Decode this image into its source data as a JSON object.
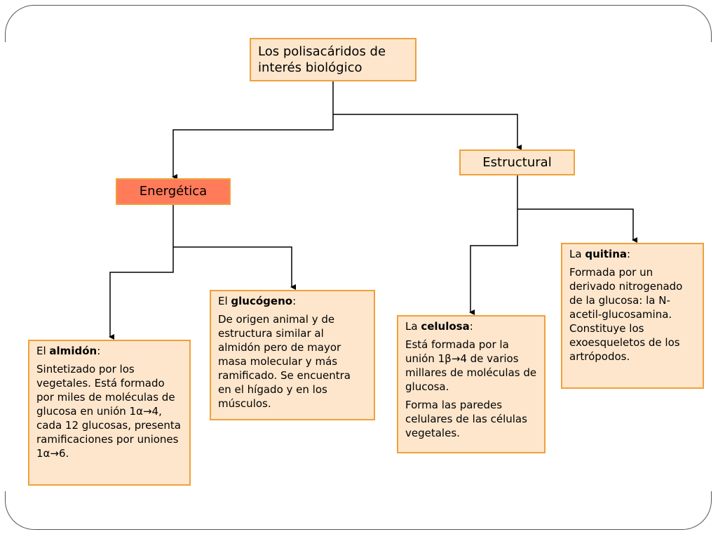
{
  "root": {
    "title": "Los polisacáridos de interés biológico"
  },
  "energetica": {
    "label": "Energética",
    "color": "#ff7b5a"
  },
  "estructural": {
    "label": "Estructural"
  },
  "almidon": {
    "prefix": "El ",
    "name": "almidón",
    "suffix": ":",
    "text": "Sintetizado por los vegetales. Está formado por miles de moléculas de glucosa en unión 1α→4, cada 12 glucosas, presenta ramificaciones por uniones 1α→6."
  },
  "glucogeno": {
    "prefix": "El ",
    "name": "glucógeno",
    "suffix": ":",
    "text": "De origen animal y de estructura similar al almidón pero de mayor masa molecular y más ramificado. Se encuentra en el hígado y en los músculos."
  },
  "celulosa": {
    "prefix": "La ",
    "name": "celulosa",
    "suffix": ":",
    "text1": "Está formada por la unión  1β→4 de varios millares de moléculas de glucosa.",
    "text2": "Forma las paredes celulares de las células vegetales."
  },
  "quitina": {
    "prefix": "La ",
    "name": "quitina",
    "suffix": ":",
    "text": "Formada por un derivado nitrogenado de la glucosa: la N-acetil-glucosamina. Constituye los exoesqueletos de los artrópodos."
  },
  "colors": {
    "box_fill": "#fde6cc",
    "box_border": "#f0a03a",
    "highlight": "#ff7b5a"
  }
}
